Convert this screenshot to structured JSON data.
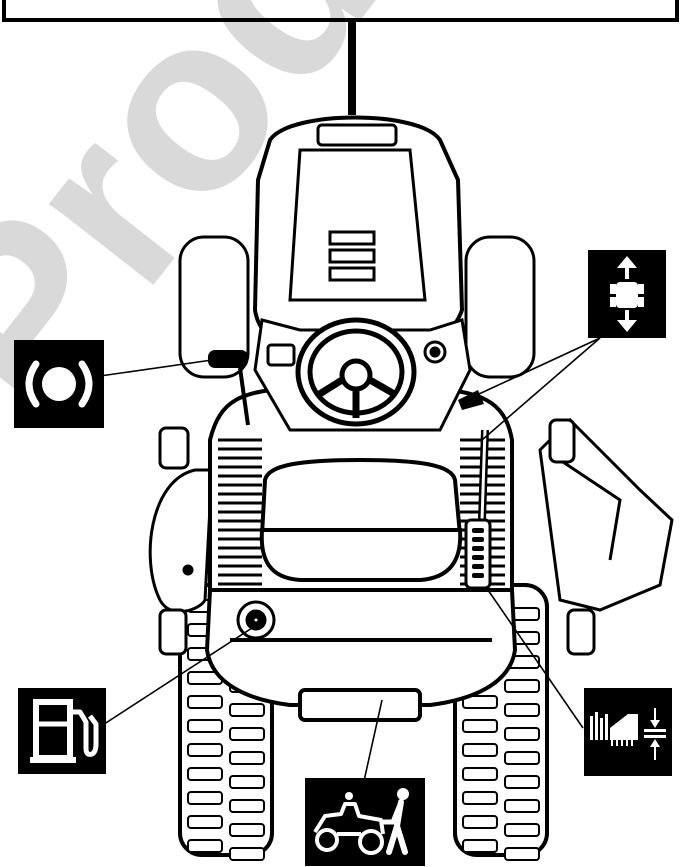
{
  "figure": {
    "watermark": "Product",
    "colors": {
      "ink": "#000000",
      "paper": "#ffffff",
      "watermark": "#d9d9d9",
      "tread": "#ffffff"
    }
  },
  "icons": [
    {
      "id": "brake",
      "name": "parking-brake-icon",
      "symbol": "brake-circle-in-parentheses"
    },
    {
      "id": "lift",
      "name": "deck-lift-icon",
      "symbol": "tractor-with-up-down-arrows"
    },
    {
      "id": "fuel",
      "name": "fuel-icon",
      "symbol": "fuel-pump"
    },
    {
      "id": "height",
      "name": "cutting-height-icon",
      "symbol": "grass-and-deck-with-height-arrows"
    },
    {
      "id": "tow",
      "name": "push-tractor-icon",
      "symbol": "person-pushing-tractor"
    }
  ]
}
